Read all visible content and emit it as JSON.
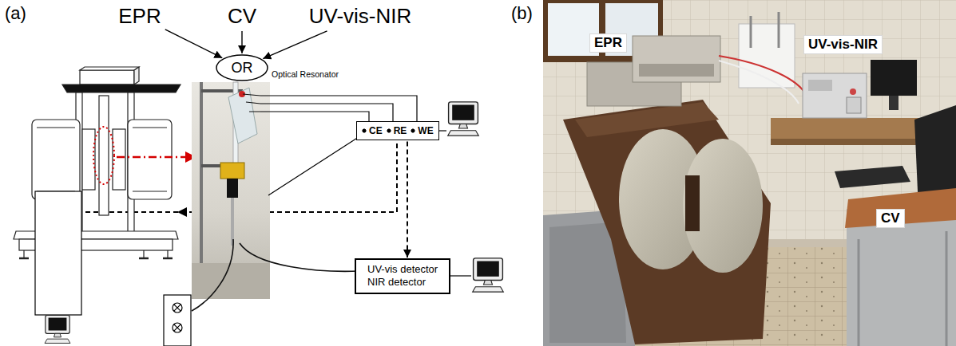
{
  "diagram": {
    "nodes": [
      {
        "text": [
          "EPR"
        ]
      },
      {
        "text": [
          "CV"
        ]
      },
      {
        "text": [
          "UV-vis-NIR"
        ]
      },
      {
        "text": [
          "OR"
        ]
      },
      {
        "text": [
          "CE",
          "RE",
          "WE"
        ]
      },
      {
        "text": [
          "UV-vis detector",
          "NIR detector"
        ]
      }
    ],
    "edges": [
      {
        "from": 0,
        "to": 3,
        "arrow": "to"
      },
      {
        "from": 1,
        "to": 3,
        "arrow": "to"
      },
      {
        "from": 2,
        "to": 3,
        "arrow": "to"
      },
      {
        "from": 4,
        "to": 5,
        "arrow": "to"
      }
    ],
    "labels": [
      "(a)",
      "(b)",
      "Optical Resonator",
      "EPR",
      "UV-vis-NIR",
      "CV"
    ]
  }
}
